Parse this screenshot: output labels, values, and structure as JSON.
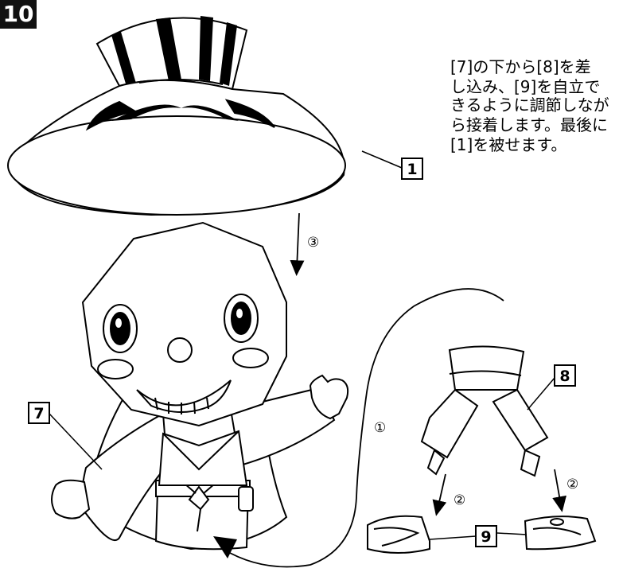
{
  "step": "10",
  "instruction_lines": [
    "[7]の下から[8]を差",
    "し込み、[9]を自立で",
    "きるように調節しなが",
    "ら接着します。最後に",
    "[1]を被せます。"
  ],
  "part_labels": {
    "hat": "1",
    "body": "7",
    "legs": "8",
    "feet": "9"
  },
  "step_marks": {
    "one": "①",
    "two_left": "②",
    "two_right": "②",
    "three": "③"
  }
}
